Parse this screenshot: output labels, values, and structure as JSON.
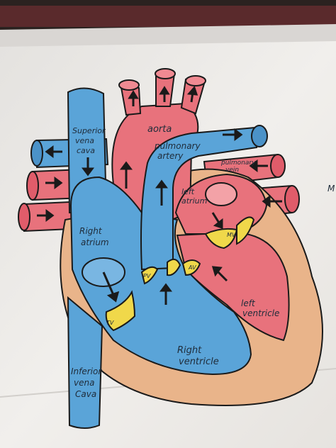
{
  "labels": {
    "superior_vena_cava": [
      "Superior",
      "vena",
      "cava"
    ],
    "aorta": "aorta",
    "pulmonary_artery": [
      "pulmonary",
      "artery"
    ],
    "pulmonary_vein": [
      "pulmonary",
      "vein"
    ],
    "left_atrium": [
      "left",
      "atrium"
    ],
    "right_atrium": [
      "Right",
      "atrium"
    ],
    "mitral_valve": "MV",
    "aortic_valve": "AV",
    "pulmonary_valve": "PV",
    "tricuspid_valve": "TV",
    "left_ventricle": [
      "left",
      "ventricle"
    ],
    "right_ventricle": [
      "Right",
      "ventricle"
    ],
    "inferior_vena_cava": [
      "Inferior",
      "vena",
      "Cava"
    ],
    "margin_mark": "M"
  },
  "colors": {
    "deoxygenated_blue": "#5aa4d8",
    "oxygenated_red": "#e8727c",
    "muscle_orange": "#e9b48a",
    "valve_yellow": "#f0d84a",
    "paper": "#efedea",
    "outline": "#1a1a1a"
  }
}
